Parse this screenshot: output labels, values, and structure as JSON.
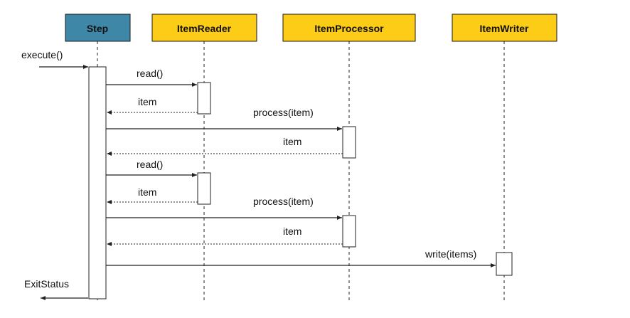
{
  "colors": {
    "step_header": "#3f87a6",
    "participant_header": "#fdcc16",
    "header_border": "#1a1a1a",
    "line": "#222222",
    "activation_fill": "#ffffff"
  },
  "participants": [
    {
      "id": "step",
      "label": "Step",
      "fill": "step_header"
    },
    {
      "id": "reader",
      "label": "ItemReader",
      "fill": "participant_header"
    },
    {
      "id": "processor",
      "label": "ItemProcessor",
      "fill": "participant_header"
    },
    {
      "id": "writer",
      "label": "ItemWriter",
      "fill": "participant_header"
    }
  ],
  "messages": [
    {
      "id": "execute",
      "label": "execute()",
      "from": "external",
      "to": "step",
      "kind": "call"
    },
    {
      "id": "read-1",
      "label": "read()",
      "from": "step",
      "to": "reader",
      "kind": "call"
    },
    {
      "id": "item-1",
      "label": "item",
      "from": "reader",
      "to": "step",
      "kind": "return"
    },
    {
      "id": "process-1",
      "label": "process(item)",
      "from": "step",
      "to": "processor",
      "kind": "call"
    },
    {
      "id": "item-2",
      "label": "item",
      "from": "processor",
      "to": "step",
      "kind": "return"
    },
    {
      "id": "read-2",
      "label": "read()",
      "from": "step",
      "to": "reader",
      "kind": "call"
    },
    {
      "id": "item-3",
      "label": "item",
      "from": "reader",
      "to": "step",
      "kind": "return"
    },
    {
      "id": "process-2",
      "label": "process(item)",
      "from": "step",
      "to": "processor",
      "kind": "call"
    },
    {
      "id": "item-4",
      "label": "item",
      "from": "processor",
      "to": "step",
      "kind": "return"
    },
    {
      "id": "write",
      "label": "write(items)",
      "from": "step",
      "to": "writer",
      "kind": "call"
    },
    {
      "id": "exit-status",
      "label": "ExitStatus",
      "from": "step",
      "to": "external",
      "kind": "return"
    }
  ]
}
